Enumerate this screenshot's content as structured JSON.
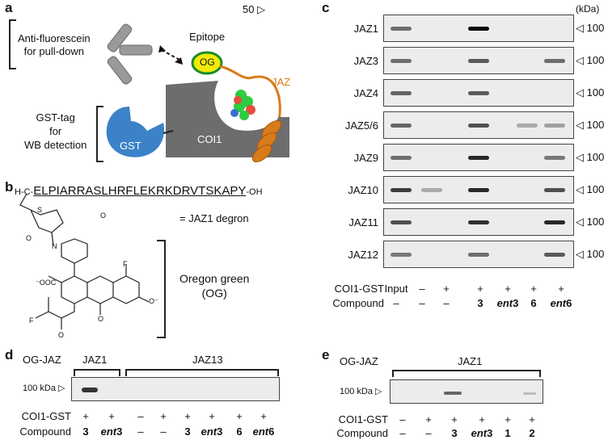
{
  "panel_a": {
    "letter": "a",
    "scale_label": "50 ▷",
    "antibody_label": "Anti-fluorescein\nfor pull-down",
    "epitope_label": "Epitope",
    "og_label": "OG",
    "jaz_label": "JAZ",
    "gst_tag_label": "GST-tag\nfor\nWB detection",
    "gst_label": "GST",
    "coi1_label": "COI1"
  },
  "panel_b": {
    "letter": "b",
    "sequence_prefix": "H-C-",
    "sequence": "ELPIARRASLHRFLEKRKDRVTSKAPY",
    "sequence_suffix": "-OH",
    "degron_label": "= JAZ1 degron",
    "og_name": "Oregon green\n(OG)",
    "coo_label": "⁻OOC",
    "o_minus_label": "O⁻",
    "f_label_top": "F",
    "f_label_bottom": "F",
    "o_ring": "O",
    "o_keto": "O",
    "s_label": "S",
    "n_label": "N",
    "o_succ1": "O",
    "o_succ2": "O"
  },
  "panel_c": {
    "letter": "c",
    "kda_label": "(kDa)",
    "marker": "◁ 100",
    "rows": [
      "JAZ1",
      "JAZ3",
      "JAZ4",
      "JAZ5/6",
      "JAZ9",
      "JAZ10",
      "JAZ11",
      "JAZ12"
    ],
    "coi1_label": "COI1-GST",
    "compound_label": "Compound",
    "coi1_values": [
      "Input",
      "–",
      "+",
      "+",
      "+",
      "+",
      "+"
    ],
    "compound_values": [
      "–",
      "–",
      "–",
      "3",
      "ent3",
      "6",
      "ent6"
    ]
  },
  "panel_d": {
    "letter": "d",
    "og_jaz_label": "OG-JAZ",
    "group1": "JAZ1",
    "group2": "JAZ13",
    "marker": "100 kDa ▷",
    "coi1_label": "COI1-GST",
    "compound_label": "Compound",
    "coi1_values": [
      "+",
      "+",
      "–",
      "+",
      "+",
      "+",
      "+",
      "+"
    ],
    "compound_values": [
      "3",
      "ent3",
      "–",
      "–",
      "3",
      "ent3",
      "6",
      "ent6"
    ]
  },
  "panel_e": {
    "letter": "e",
    "og_jaz_label": "OG-JAZ",
    "group1": "JAZ1",
    "marker": "100 kDa ▷",
    "coi1_label": "COI1-GST",
    "compound_label": "Compound",
    "coi1_values": [
      "–",
      "+",
      "+",
      "+",
      "+",
      "+"
    ],
    "compound_values": [
      "–",
      "–",
      "3",
      "ent3",
      "1",
      "2"
    ]
  }
}
